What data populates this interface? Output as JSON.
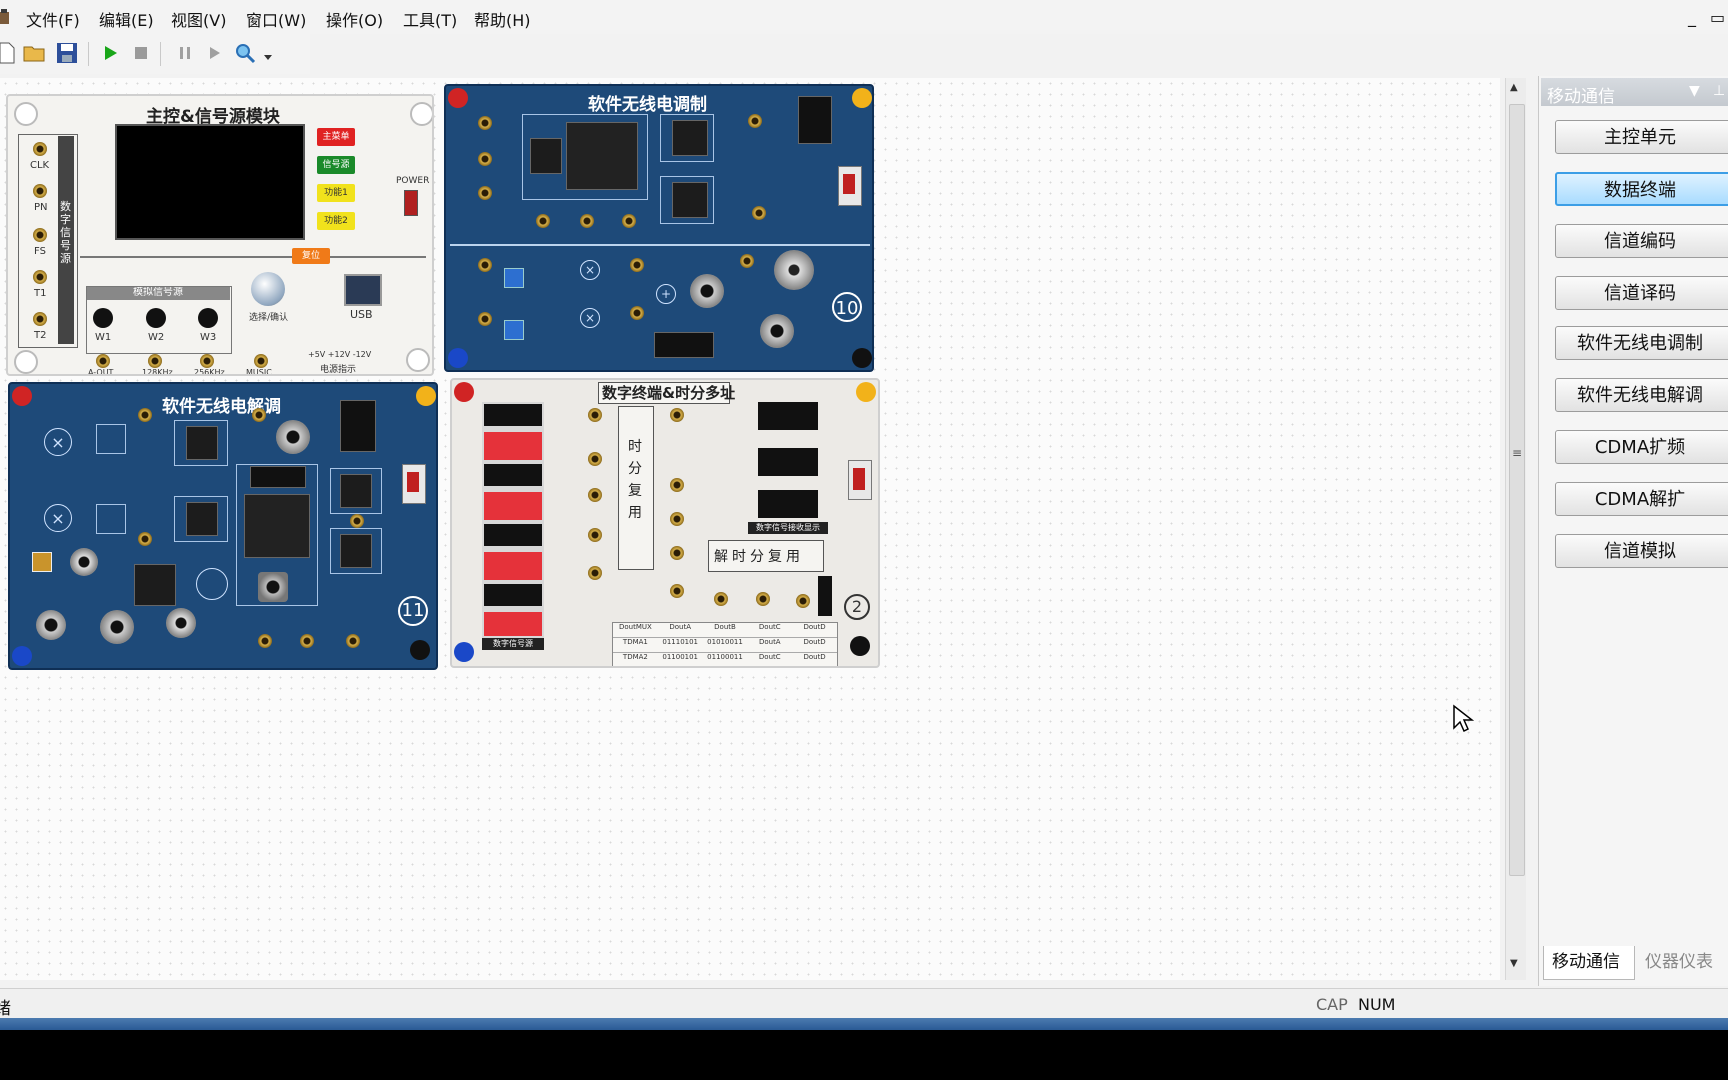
{
  "menu": {
    "items": [
      "文件(F)",
      "编辑(E)",
      "视图(V)",
      "窗口(W)",
      "操作(O)",
      "工具(T)",
      "帮助(H)"
    ]
  },
  "window_controls": {
    "minimize": "_",
    "restore": "▭"
  },
  "toolbar": {
    "icons": [
      "new-file-icon",
      "open-folder-icon",
      "save-icon",
      "run-icon",
      "stop-icon",
      "pause-icon",
      "step-icon",
      "zoom-icon"
    ]
  },
  "modules": {
    "main_control": {
      "title": "主控&信号源模块",
      "buttons": [
        "主菜单",
        "信号源",
        "功能1",
        "功能2"
      ],
      "digital_source_label": "数字信号源",
      "jacks": [
        "CLK",
        "PN",
        "FS",
        "T1",
        "T2"
      ],
      "power_label": "POWER",
      "reset_label": "复位",
      "analog_source_title": "模拟信号源",
      "knobs": [
        "W1",
        "W2",
        "W3"
      ],
      "outputs": [
        "A-OUT",
        "128KHz",
        "256KHz",
        "MUSIC"
      ],
      "select_confirm": "选择/确认",
      "usb": "USB",
      "power_indicator": "电源指示",
      "voltages": "+5V  +12V  -12V"
    },
    "sdr_mod": {
      "title": "软件无线电调制",
      "number": "10"
    },
    "sdr_demod": {
      "title": "软件无线电解调",
      "number": "11"
    },
    "digital_terminal": {
      "title": "数字终端&时分多址",
      "tdm_label": "时分复用",
      "demux_label": "解时分复用",
      "display_label": "数字信号接收显示",
      "source_label": "数字信号源",
      "number": "2",
      "table_header": [
        "DoutMUX",
        "DoutA",
        "DoutB",
        "DoutC",
        "DoutD"
      ],
      "table_rows": [
        [
          "TDMA1",
          "01110101",
          "01010011",
          "DoutA",
          "DoutD"
        ],
        [
          "TDMA2",
          "01100101",
          "01100011",
          "DoutC",
          "DoutD"
        ]
      ]
    }
  },
  "panel": {
    "title": "移动通信",
    "buttons": [
      "主控单元",
      "数据终端",
      "信道编码",
      "信道译码",
      "软件无线电调制",
      "软件无线电解调",
      "CDMA扩频",
      "CDMA解扩",
      "信道模拟"
    ],
    "active_index": 1
  },
  "tabs": [
    "移动通信",
    "仪器仪表"
  ],
  "status": {
    "text": "绪",
    "cap": "CAP",
    "num": "NUM"
  },
  "colors": {
    "board_blue": "#1e4a79",
    "active_button": "#a9dcff",
    "jack_gold": "#d8b14a"
  }
}
